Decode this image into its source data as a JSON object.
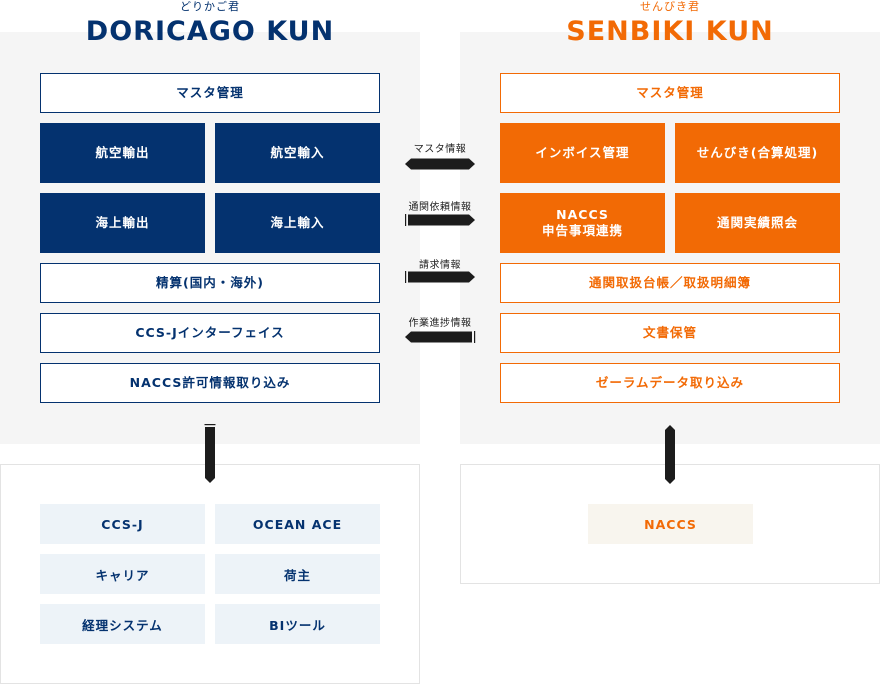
{
  "colors": {
    "navy": "#04326f",
    "orange": "#f26a05",
    "panel_bg": "#f5f5f5",
    "arrow": "#1c1c1c"
  },
  "doricago": {
    "kana": "どりかご君",
    "name": "DORICAGO KUN",
    "master": "マスタ管理",
    "air_export": "航空輸出",
    "air_import": "航空輸入",
    "sea_export": "海上輸出",
    "sea_import": "海上輸入",
    "settlement": "精算(国内・海外)",
    "ccsj_interface": "CCS-Jインターフェイス",
    "naccs_import": "NACCS許可情報取り込み",
    "external": [
      "CCS-J",
      "OCEAN ACE",
      "キャリア",
      "荷主",
      "経理システム",
      "BIツール"
    ]
  },
  "senbiki": {
    "kana": "せんびき君",
    "name": "SENBIKI KUN",
    "master": "マスタ管理",
    "invoice": "インボイス管理",
    "senbiki_calc": "せんびき(合算処理)",
    "naccs_link_1": "NACCS",
    "naccs_link_2": "申告事項連携",
    "customs_results": "通関実績照会",
    "ledger": "通関取扱台帳／取扱明細簿",
    "doc_storage": "文書保管",
    "zeramu_import": "ゼーラムデータ取り込み",
    "external": [
      "NACCS"
    ]
  },
  "flows": [
    {
      "label": "マスタ情報",
      "direction": "both"
    },
    {
      "label": "通関依頼情報",
      "direction": "right"
    },
    {
      "label": "請求情報",
      "direction": "right"
    },
    {
      "label": "作業進捗情報",
      "direction": "left"
    }
  ],
  "vertical_flows": [
    {
      "from": "DORICAGO KUN",
      "to": "external systems",
      "direction": "down"
    },
    {
      "from": "SENBIKI KUN",
      "to": "NACCS",
      "direction": "both"
    }
  ]
}
